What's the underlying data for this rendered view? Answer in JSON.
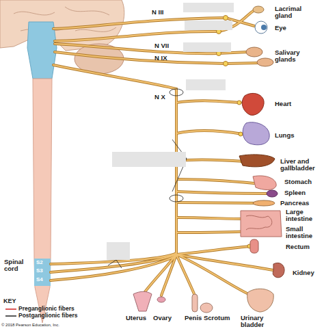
{
  "diagram": {
    "labels": [
      "N III",
      "N VII",
      "N IX",
      "N X",
      "Lacrimal gland",
      "Eye",
      "Salivary glands",
      "Heart",
      "Lungs",
      "Liver and gallbladder",
      "Stomach",
      "Spleen",
      "Pancreas",
      "Large intestine",
      "Small intestine",
      "Rectum",
      "Kidney",
      "Spinal cord",
      "S2",
      "S3",
      "S4",
      "Uterus",
      "Ovary",
      "Penis",
      "Scrotum",
      "Urinary bladder",
      "KEY",
      "© 2018 Pearson Education, Inc."
    ],
    "legend": [
      {
        "text": "Preganglionic fibers"
      },
      {
        "text": "Postganglionic fibers"
      }
    ]
  }
}
